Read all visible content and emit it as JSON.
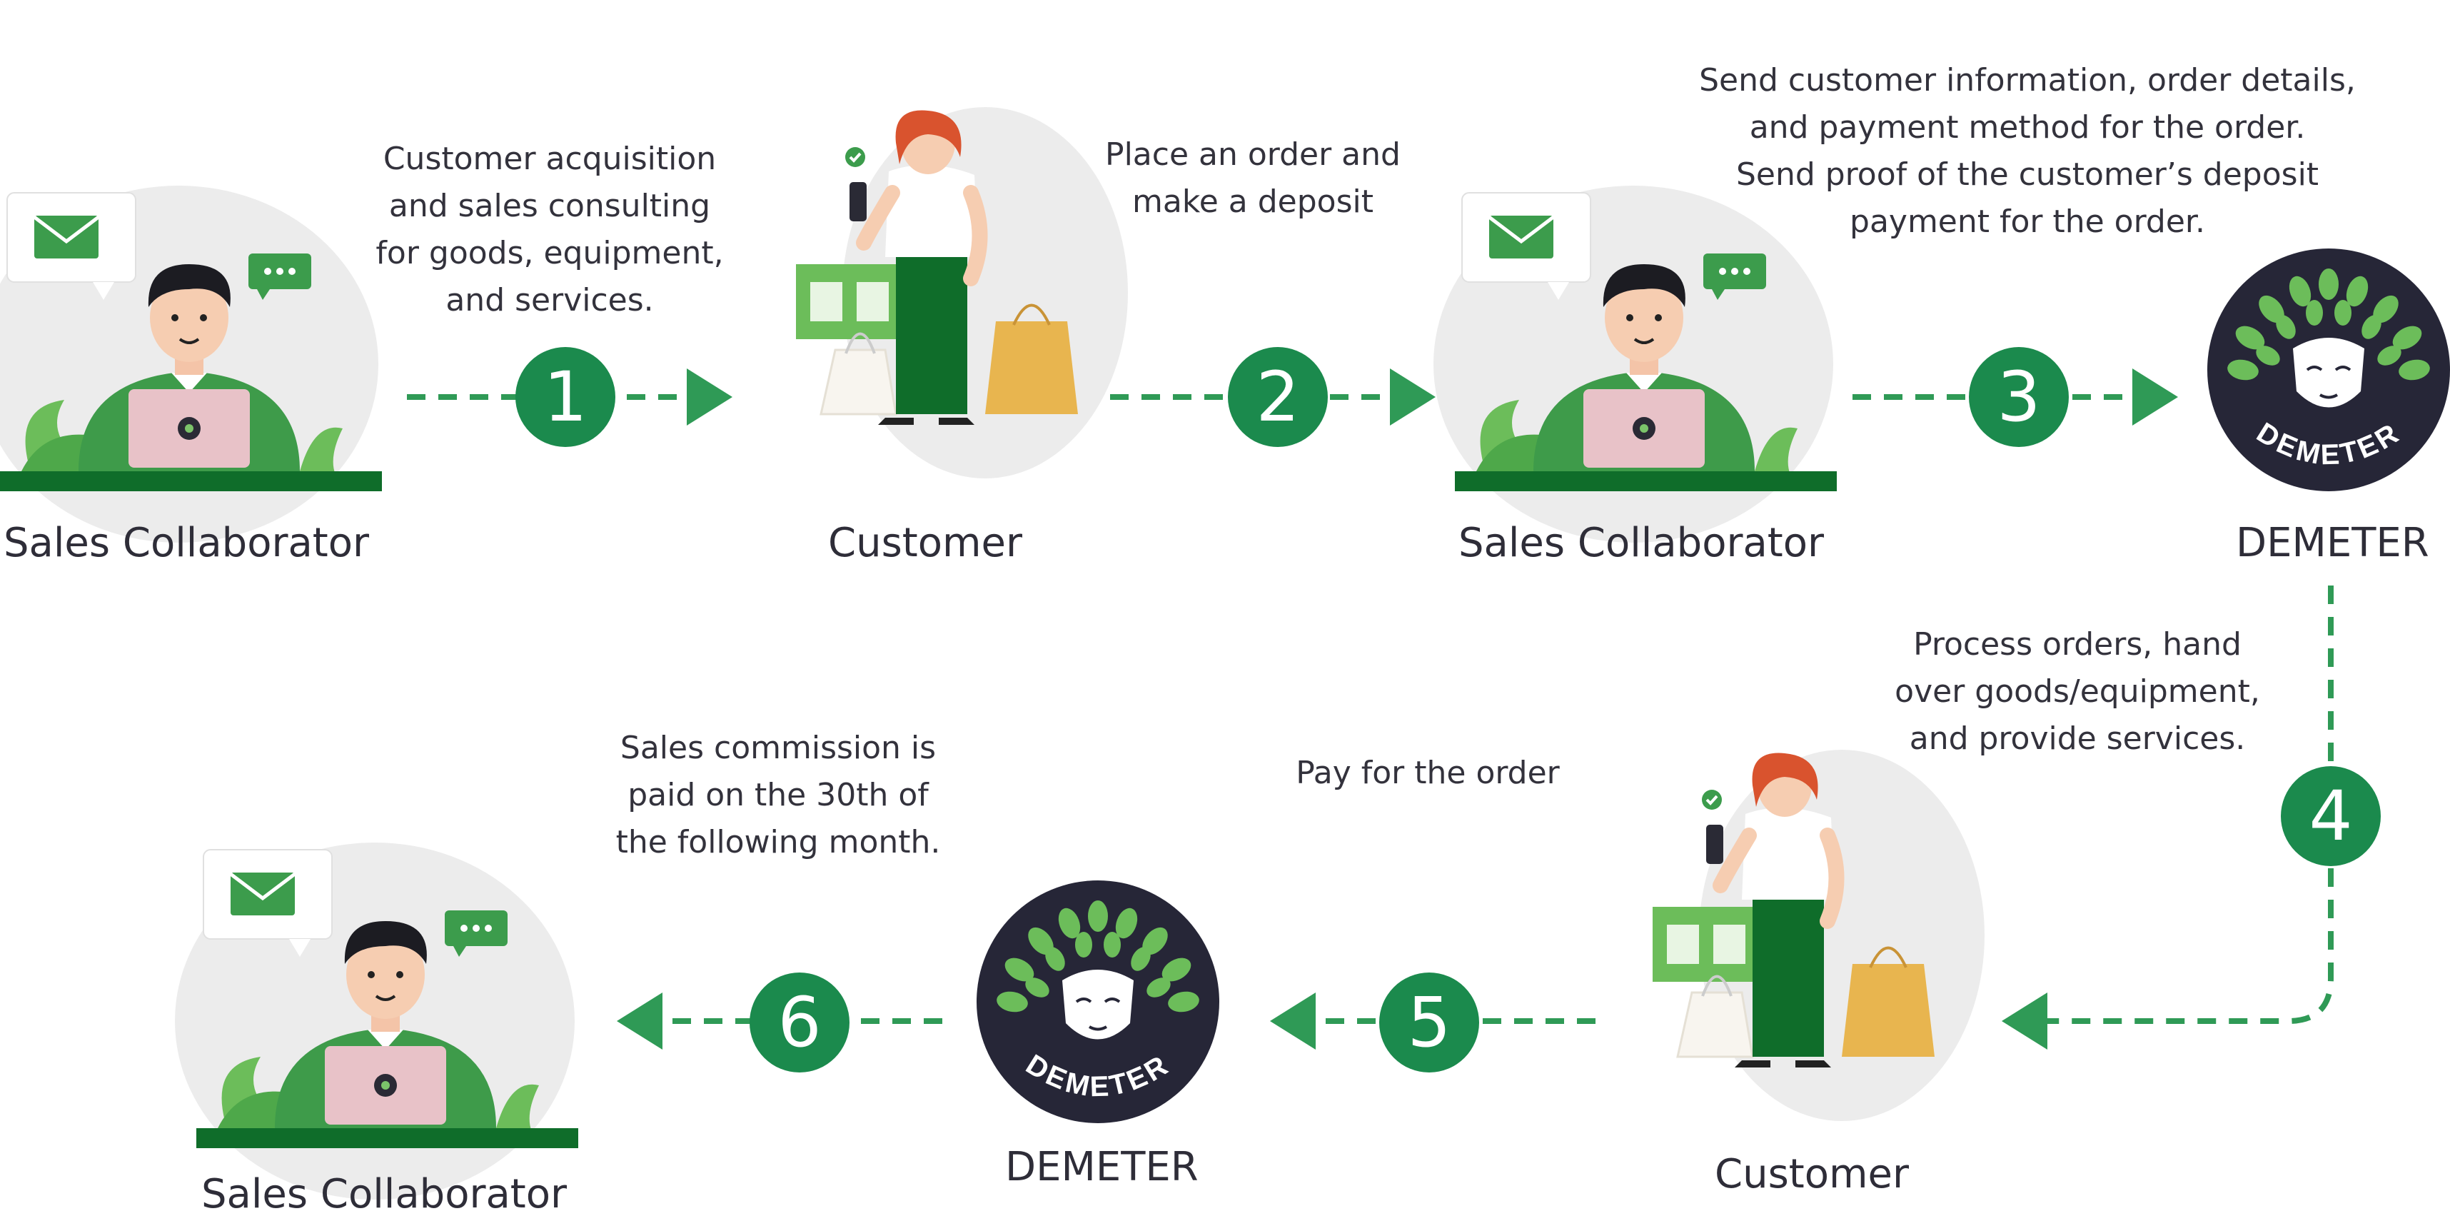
{
  "actors": {
    "sales_collaborator_1": "Sales Collaborator",
    "customer_1": "Customer",
    "sales_collaborator_2": "Sales Collaborator",
    "demeter_1": "DEMETER",
    "customer_2": "Customer",
    "demeter_2": "DEMETER",
    "sales_collaborator_3": "Sales Collaborator"
  },
  "logo_text": "DEMETER",
  "steps": [
    {
      "number": "1",
      "text": "Customer acquisition\nand sales consulting\nfor goods, equipment,\nand services."
    },
    {
      "number": "2",
      "text": "Place an order and\nmake a deposit"
    },
    {
      "number": "3",
      "text": "Send customer information, order details,\nand payment method for the order.\nSend proof of the customer’s deposit\npayment for the order."
    },
    {
      "number": "4",
      "text": "Process orders, hand\nover goods/equipment,\nand provide services."
    },
    {
      "number": "5",
      "text": "Pay for the order"
    },
    {
      "number": "6",
      "text": "Sales commission is\npaid on the 30th of\nthe following month."
    }
  ],
  "colors": {
    "accent_green": "#1b8a4d",
    "arrow_green": "#2f9a56",
    "logo_dark": "#262637",
    "shirt_green": "#3e9b4a",
    "pants_green": "#0f6d2a"
  },
  "icons": [
    "envelope-icon",
    "chat-bubble-icon",
    "check-icon",
    "shopping-bag-icon",
    "laptop-icon"
  ]
}
